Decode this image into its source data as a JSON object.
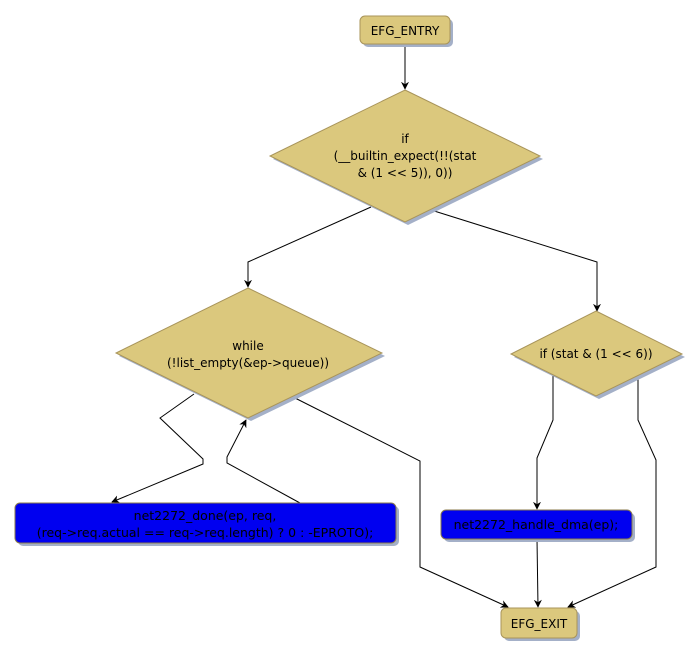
{
  "diagram": {
    "type": "control-flow-graph",
    "colors": {
      "decision_fill": "#dbc87d",
      "terminal_fill": "#dbc87d",
      "statement_fill": "#0000f0",
      "shadow": "#a4b0c8",
      "edge": "#000000"
    },
    "nodes": {
      "entry": {
        "kind": "terminal",
        "lines": [
          "EFG_ENTRY"
        ]
      },
      "cond1": {
        "kind": "decision",
        "lines": [
          "if",
          "(__builtin_expect(!!(stat",
          "& (1 << 5)), 0))"
        ]
      },
      "loop": {
        "kind": "decision",
        "lines": [
          "while",
          "(!list_empty(&ep->queue))"
        ]
      },
      "cond2": {
        "kind": "decision",
        "lines": [
          "if (stat & (1 << 6))"
        ]
      },
      "done": {
        "kind": "statement",
        "lines": [
          "net2272_done(ep, req,",
          "(req->req.actual == req->req.length) ? 0 : -EPROTO);"
        ]
      },
      "dma": {
        "kind": "statement",
        "lines": [
          "net2272_handle_dma(ep);"
        ]
      },
      "exit": {
        "kind": "terminal",
        "lines": [
          "EFG_EXIT"
        ]
      }
    },
    "edges": [
      {
        "from": "entry",
        "to": "cond1"
      },
      {
        "from": "cond1",
        "to": "loop"
      },
      {
        "from": "cond1",
        "to": "cond2"
      },
      {
        "from": "loop",
        "to": "done"
      },
      {
        "from": "done",
        "to": "loop"
      },
      {
        "from": "loop",
        "to": "exit"
      },
      {
        "from": "cond2",
        "to": "dma"
      },
      {
        "from": "cond2",
        "to": "exit"
      },
      {
        "from": "dma",
        "to": "exit"
      }
    ]
  }
}
